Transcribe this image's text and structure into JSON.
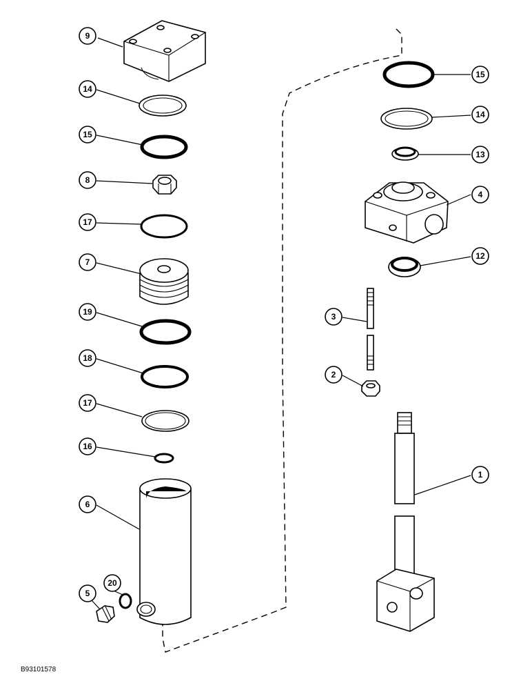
{
  "figure_id": "B93101578",
  "callouts": {
    "c9": "9",
    "c14a": "14",
    "c15a": "15",
    "c8": "8",
    "c17a": "17",
    "c7": "7",
    "c19": "19",
    "c18": "18",
    "c17b": "17",
    "c16": "16",
    "c6": "6",
    "c20": "20",
    "c5": "5",
    "c15b": "15",
    "c14b": "14",
    "c13": "13",
    "c4": "4",
    "c12": "12",
    "c3": "3",
    "c2": "2",
    "c1": "1"
  }
}
